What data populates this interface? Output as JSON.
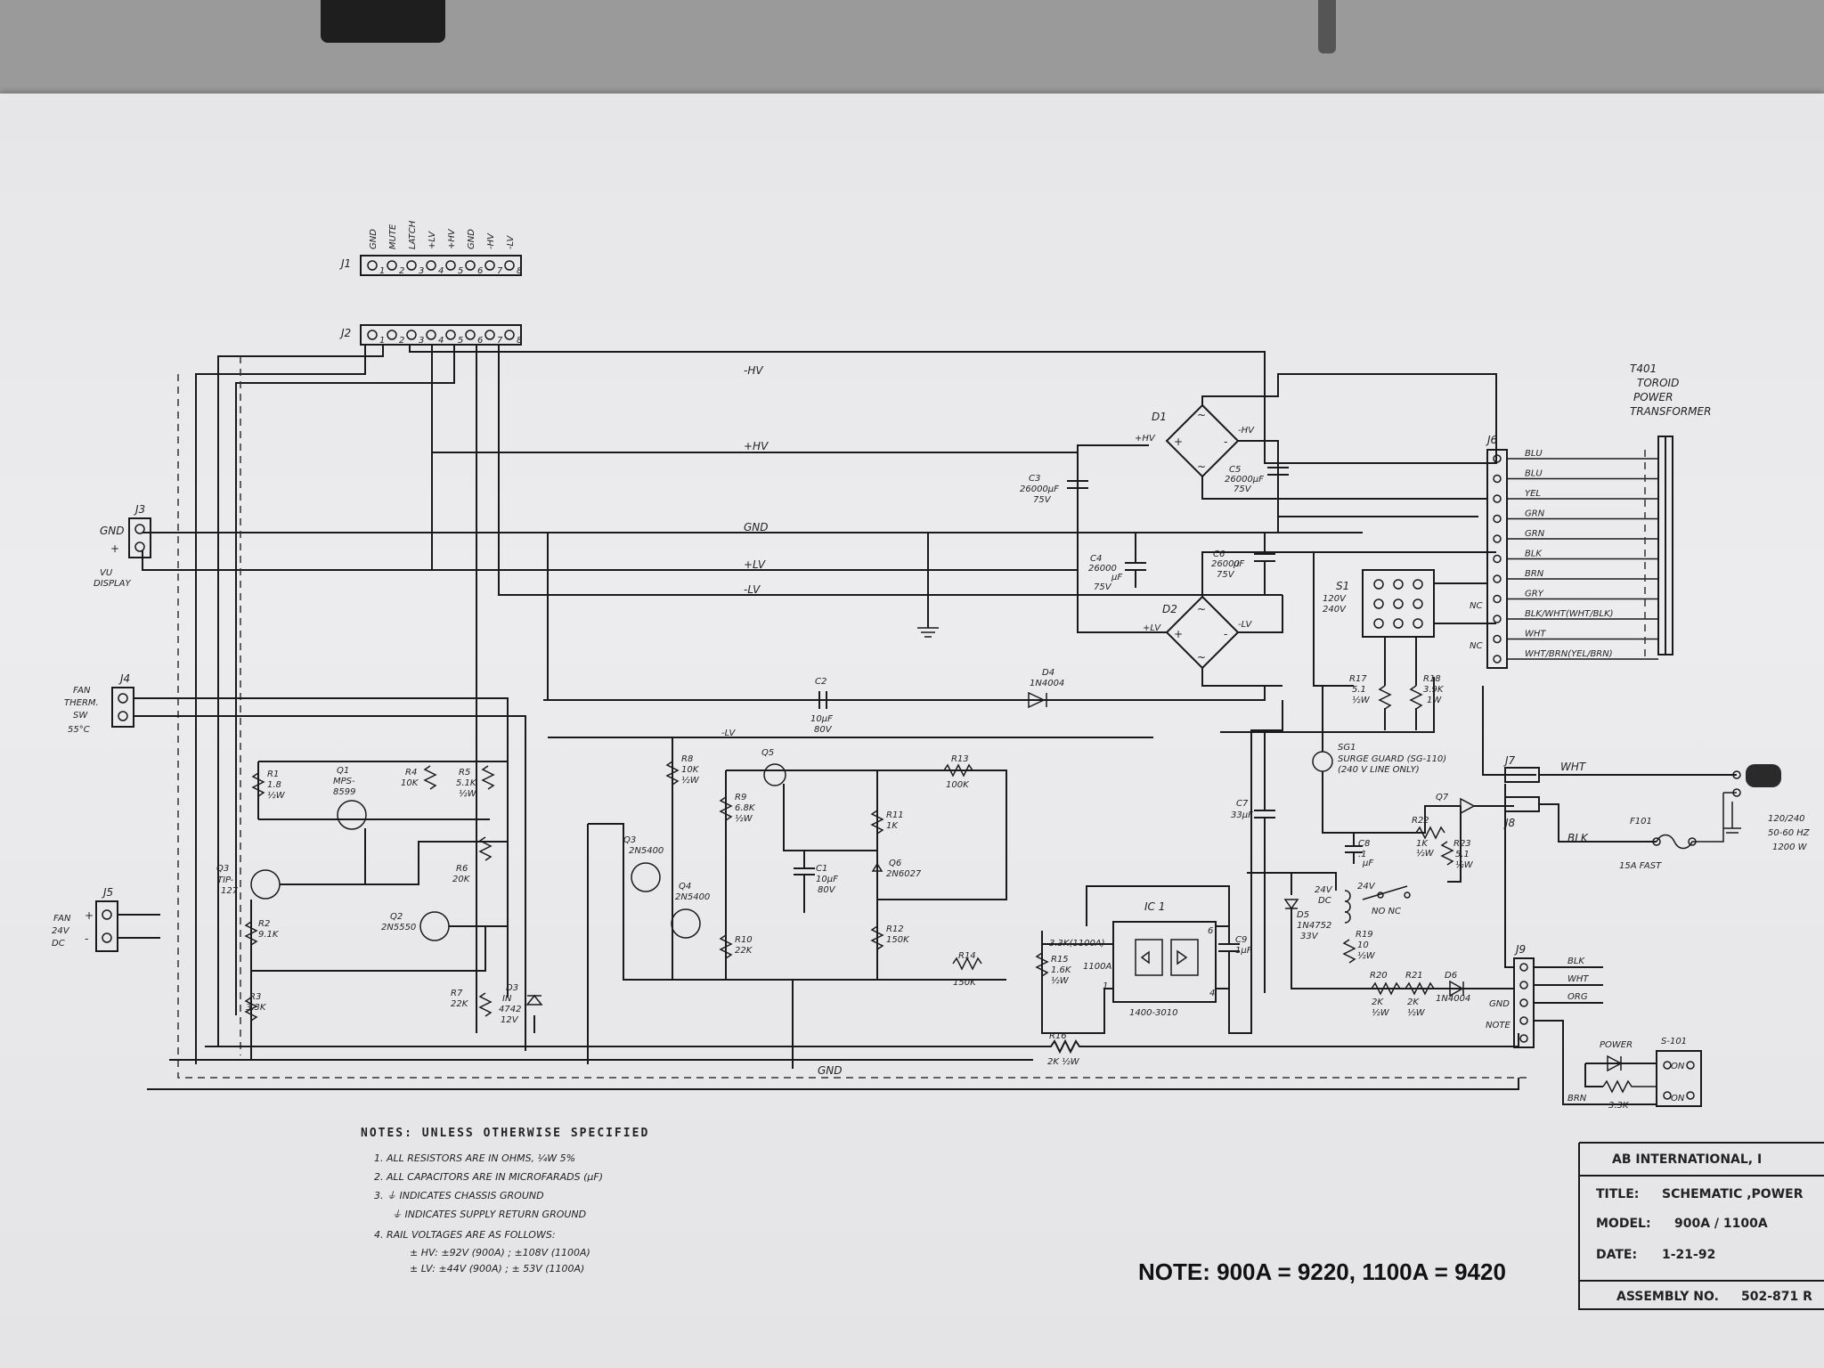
{
  "connectors": {
    "j1": "J1",
    "j2": "J2",
    "j3": "J3",
    "j4": "J4",
    "j5": "J5",
    "j6": "J6",
    "j7": "J7",
    "j8": "J8",
    "j9": "J9",
    "j1_pins": [
      "GND",
      "MUTE",
      "LATCH",
      "+LV",
      "+HV",
      "GND",
      "-HV",
      "-LV"
    ],
    "j1_pin_numbers": [
      "1",
      "2",
      "3",
      "4",
      "5",
      "6",
      "7",
      "8"
    ]
  },
  "nets": {
    "neg_hv": "-HV",
    "pos_hv": "+HV",
    "gnd": "GND",
    "pos_lv": "+LV",
    "neg_lv": "-LV"
  },
  "j3": {
    "gnd": "GND",
    "plus": "+",
    "label": "VU",
    "label2": "DISPLAY"
  },
  "j4": {
    "l1": "FAN",
    "l2": "THERM.",
    "l3": "SW",
    "l4": "55°C"
  },
  "j5": {
    "l1": "FAN",
    "l2": "24V",
    "l3": "DC",
    "plus": "+",
    "minus": "-"
  },
  "transformer": {
    "l1": "T401",
    "l2": "TOROID",
    "l3": "POWER",
    "l4": "TRANSFORMER"
  },
  "j6_wires": [
    "BLU",
    "BLU",
    "YEL",
    "GRN",
    "GRN",
    "BLK",
    "BRN",
    "GRY",
    "BLK/WHT(WHT/BLK)",
    "WHT",
    "WHT/BRN(YEL/BRN)"
  ],
  "nc_labels": [
    "NC",
    "NC"
  ],
  "bridges": {
    "d1": "D1",
    "d1_pos": "+HV",
    "d1_neg": "-HV",
    "d2": "D2",
    "d2_pos": "+LV",
    "d2_neg": "-LV",
    "tilde": "~",
    "plus": "+",
    "minus": "-"
  },
  "capacitors": {
    "c3": "C3",
    "c3_v": "26000µF",
    "c3_r": "75V",
    "c5": "C5",
    "c5_v": "26000µF",
    "c5_r": "75V",
    "c4": "C4",
    "c4_v": "26000",
    "c4_u": "µF",
    "c4_r": "75V",
    "c6": "C6",
    "c6_v": "26000",
    "c6_u": "µF",
    "c6_r": "75V",
    "c2": "C2",
    "c2_v": "10µF",
    "c2_r": "80V",
    "c1": "C1",
    "c1_v": "10µF",
    "c1_r": "80V",
    "c7": "C7",
    "c7_v": "33µF",
    "c8": "C8",
    "c8_v": ".1",
    "c8_u": "µF",
    "c9": "C9",
    "c9_v": "1µF"
  },
  "switch_s1": {
    "name": "S1",
    "l1": "120V",
    "l2": "240V"
  },
  "resistors": {
    "r1": "R1",
    "r1_v": "1.8",
    "r1_w": "½W",
    "r2": "R2",
    "r2_v": "9.1K",
    "r3": "R3",
    "r3_v": "3.3K",
    "r4": "R4",
    "r4_v": "10K",
    "r5": "R5",
    "r5_v": "5.1K",
    "r5_w": "½W",
    "r6": "R6",
    "r6_v": "20K",
    "r7": "R7",
    "r7_v": "22K",
    "r8": "R8",
    "r8_v": "10K",
    "r8_w": "½W",
    "r9": "R9",
    "r9_v": "6.8K",
    "r9_w": "½W",
    "r10": "R10",
    "r10_v": "22K",
    "r11": "R11",
    "r11_v": "1K",
    "r12": "R12",
    "r12_v": "150K",
    "r13": "R13",
    "r13_v": "100K",
    "r14": "R14",
    "r14_v": "150K",
    "r15": "R15",
    "r15_v": "1.6K",
    "r15_w": "½W",
    "r15_alt": "3.3K(1100A)",
    "r15_alt2": "1100A",
    "r16": "R16",
    "r16_v": "2K ½W",
    "r17": "R17",
    "r17_v": "5.1",
    "r17_w": "½W",
    "r18": "R18",
    "r18_v": "3.9K",
    "r18_w": "1W",
    "r19": "R19",
    "r19_v": "10",
    "r19_w": "½W",
    "r20": "R20",
    "r20_v": "2K",
    "r20_w": "½W",
    "r21": "R21",
    "r21_v": "2K",
    "r21_w": "½W",
    "r22": "R22",
    "r22_v": "1K",
    "r22_w": "½W",
    "r23": "R23",
    "r23_v": "5.1",
    "r23_w": "½W"
  },
  "transistors": {
    "q1": "Q1",
    "q1_t": "MPS-",
    "q1_t2": "8599",
    "q2": "Q2",
    "q2_t": "2N5550",
    "q3_left": "Q3",
    "q3_left_t": "TIP-",
    "q3_left_t2": "127",
    "q3": "Q3",
    "q3_t": "2N5400",
    "q4": "Q4",
    "q4_t": "2N5400",
    "q5": "Q5",
    "q6": "Q6",
    "q6_t": "2N6027",
    "q7": "Q7"
  },
  "diodes": {
    "d3": "D3",
    "d3_t": "IN",
    "d3_t2": "4742",
    "d3_t3": "12V",
    "d4": "D4",
    "d4_t": "1N4004",
    "d5": "D5",
    "d5_t": "1N4752",
    "d5_t2": "33V",
    "d6": "D6",
    "d6_t": "1N4004"
  },
  "ic1": {
    "name": "IC 1",
    "part": "1400-3010",
    "pin6": "6",
    "pin4": "4",
    "pin1": "1"
  },
  "sg1": {
    "name": "SG1",
    "l1": "SURGE GUARD (SG-110)",
    "l2": "(240 V LINE ONLY)"
  },
  "relay": {
    "k": "24V",
    "k2": "DC",
    "nc": "NC",
    "no": "NO",
    "label": "NO NC"
  },
  "j9_wires": [
    "BLK",
    "WHT",
    "ORG",
    "GND",
    "NOTE"
  ],
  "j7_wire": "WHT",
  "j8_wire": "BLK",
  "fuse": {
    "name": "F101",
    "rating": "15A FAST"
  },
  "ac_input": {
    "l1": "120/240",
    "l2": "50-60 HZ",
    "l3": "1200 W"
  },
  "power_switch": {
    "label": "POWER",
    "name": "S-101",
    "r": "3.3K",
    "on": "ON",
    "brn": "BRN"
  },
  "ground_net": "GND",
  "notes": {
    "heading": "NOTES: UNLESS OTHERWISE SPECIFIED",
    "n1": "1.  ALL RESISTORS ARE IN OHMS, ¼W 5%",
    "n2": "2.  ALL CAPACITORS ARE IN MICROFARADS (µF)",
    "n3a": "3.  ⏚  INDICATES CHASSIS GROUND",
    "n3b": "⏚  INDICATES SUPPLY RETURN GROUND",
    "n4": "4.  RAIL VOLTAGES ARE AS FOLLOWS:",
    "n4a": "± HV: ±92V (900A) ; ±108V (1100A)",
    "n4b": "± LV: ±44V (900A) ; ± 53V (1100A)"
  },
  "model_note": "NOTE:  900A  =  9220,  1100A  =  9420",
  "title_block": {
    "company": "AB INTERNATIONAL, I",
    "title_label": "TITLE:",
    "title_value": "SCHEMATIC ,POWER",
    "model_label": "MODEL:",
    "model_value": "900A / 1100A",
    "date_label": "DATE:",
    "date_value": "1-21-92",
    "assembly_label": "ASSEMBLY NO.",
    "assembly_value": "502-871  R"
  }
}
